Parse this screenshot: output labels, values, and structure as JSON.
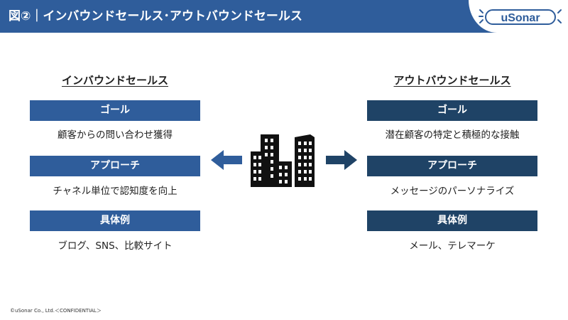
{
  "header": {
    "title": "図②｜インバウンドセールス･アウトバウンドセールス",
    "logo_text": "uSonar",
    "color": "#2f5d9b"
  },
  "left": {
    "title": "インバウンドセールス",
    "color": "#2f5d9b",
    "items": [
      {
        "label": "ゴール",
        "text": "顧客からの問い合わせ獲得"
      },
      {
        "label": "アプローチ",
        "text": "チャネル単位で認知度を向上"
      },
      {
        "label": "具体例",
        "text": "ブログ、SNS、比較サイト"
      }
    ]
  },
  "right": {
    "title": "アウトバウンドセールス",
    "color": "#1f4366",
    "items": [
      {
        "label": "ゴール",
        "text": "潜在顧客の特定と積極的な接触"
      },
      {
        "label": "アプローチ",
        "text": "メッセージのパーソナライズ"
      },
      {
        "label": "具体例",
        "text": "メール、テレマーケ"
      }
    ]
  },
  "center": {
    "icon": "buildings-icon",
    "left_arrow": "arrow-left-icon",
    "right_arrow": "arrow-right-icon"
  },
  "footer": {
    "text": "©uSonar Co., Ltd.＜CONFIDENTIAL＞"
  }
}
